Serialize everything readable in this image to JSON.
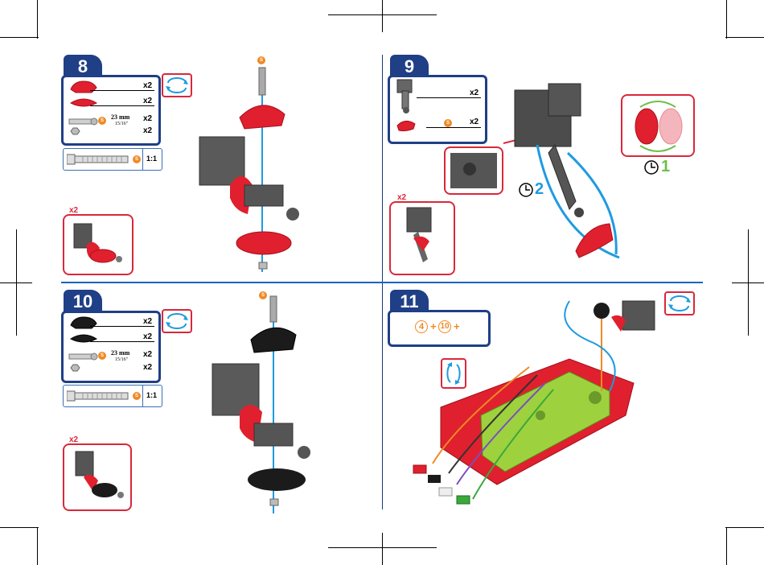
{
  "steps": [
    {
      "number": "8",
      "qty": [
        "x2",
        "x2",
        "x2",
        "x2"
      ],
      "bolt_length": "23 mm",
      "bolt_fraction": "15/16\"",
      "scale": "1:1",
      "sub_qty": "x2"
    },
    {
      "number": "9",
      "qty": [
        "x2",
        "x2"
      ],
      "sub_qty": "x2",
      "clock_1": "1",
      "clock_2": "2"
    },
    {
      "number": "10",
      "qty": [
        "x2",
        "x2",
        "x2",
        "x2"
      ],
      "bolt_length": "23 mm",
      "bolt_fraction": "15/16\"",
      "scale": "1:1",
      "sub_qty": "x2"
    },
    {
      "number": "11",
      "formula": {
        "a": "4",
        "plus1": "+",
        "b": "10",
        "plus2": "+"
      }
    }
  ],
  "icons": [
    "rotate-icon",
    "clock-icon",
    "screw-icon",
    "bolt-icon"
  ],
  "colors": {
    "step_tab": "#1f3f86",
    "accent_red": "#d9283a",
    "screw_badge": "#f08a24",
    "axis_line": "#1e9be0",
    "board_green": "#9ed13e",
    "clock_blue": "#1e9be0",
    "clock_green": "#6cc04a"
  }
}
